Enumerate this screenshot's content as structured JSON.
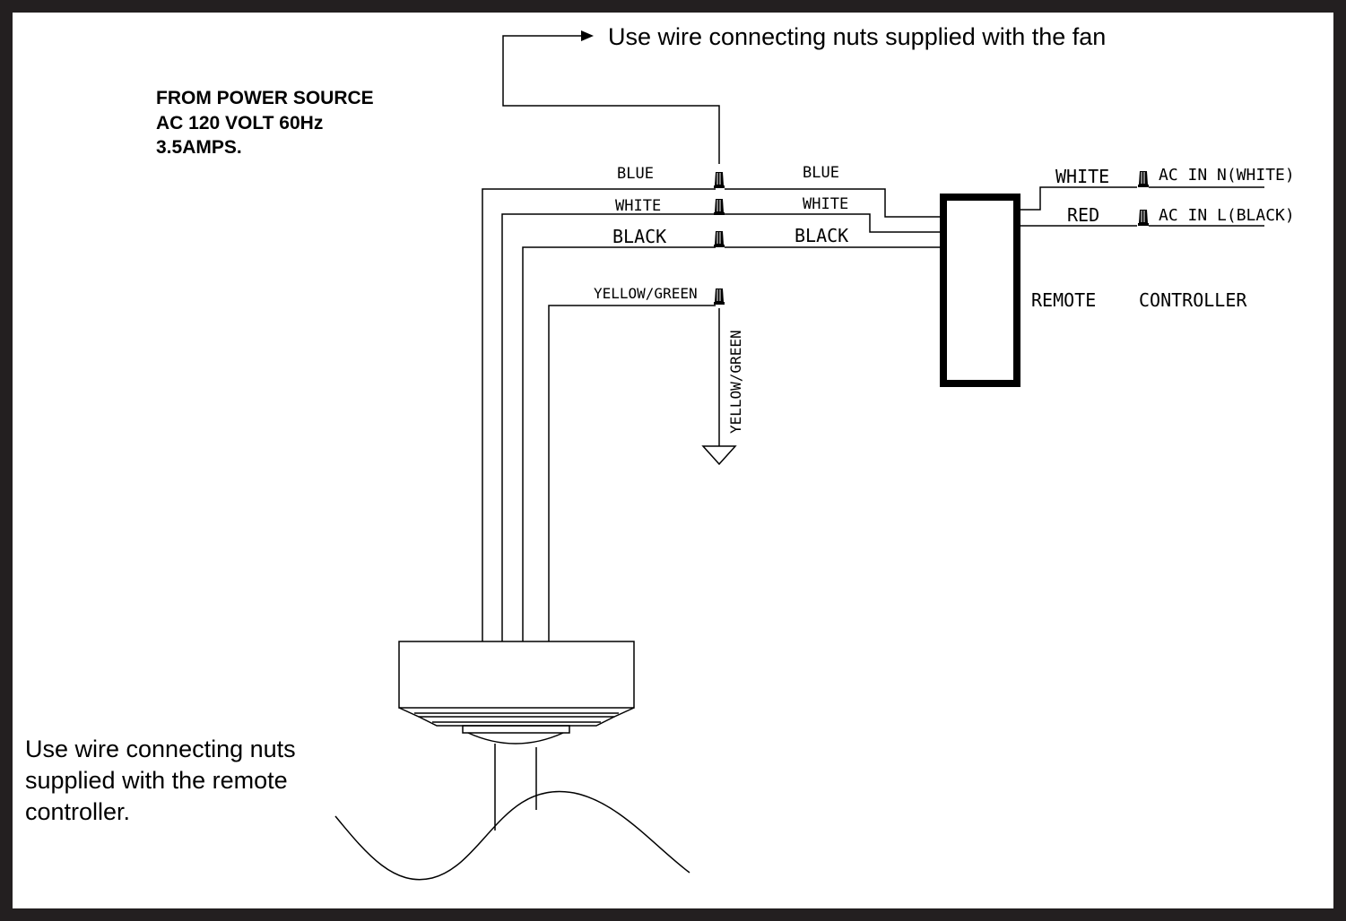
{
  "notes": {
    "top_note": "Use wire connecting nuts supplied with the fan",
    "bottom_note_lines": [
      "Use wire connecting nuts",
      "supplied with the remote",
      "controller."
    ]
  },
  "power_source": {
    "lines": [
      "FROM POWER SOURCE",
      "AC 120 VOLT 60Hz",
      "3.5AMPS."
    ]
  },
  "wire_labels": {
    "fan_blue": "BLUE",
    "fan_white": "WHITE",
    "fan_black": "BLACK",
    "fan_ground": "YELLOW/GREEN",
    "ground_vertical": "YELLOW/GREEN",
    "ctrl_blue": "BLUE",
    "ctrl_white": "WHITE",
    "ctrl_black": "BLACK",
    "input_white": "WHITE",
    "input_red": "RED"
  },
  "terminals": {
    "ac_in_n": "AC IN N(WHITE)",
    "ac_in_l": "AC IN L(BLACK)"
  },
  "controller": {
    "label_1": "REMOTE",
    "label_2": "CONTROLLER"
  },
  "colors": {
    "border": "#231f20",
    "ink": "#000000"
  },
  "icons": [
    "wire-nut-icon",
    "ground-symbol-icon",
    "arrow-icon"
  ]
}
